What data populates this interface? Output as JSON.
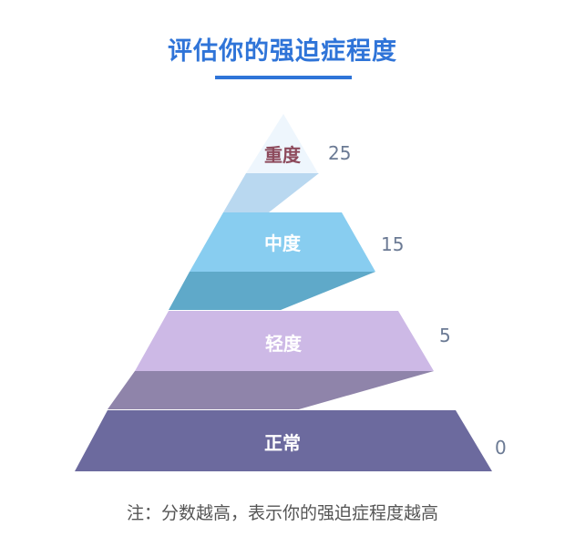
{
  "title": "评估你的强迫症程度",
  "levels": [
    {
      "name": "重度",
      "score": "25",
      "color": "#eef6fd",
      "text_color": "#8d4a5c"
    },
    {
      "name": "中度",
      "score": "15",
      "color": "#88cdf0",
      "text_color": "#ffffff"
    },
    {
      "name": "轻度",
      "score": "5",
      "color": "#cdb9e6",
      "text_color": "#ffffff"
    },
    {
      "name": "正常",
      "score": "0",
      "color": "#6c6a9e",
      "text_color": "#ffffff"
    }
  ],
  "connector_colors": [
    "#b9d8f0",
    "#5fa9c9",
    "#8f84aa"
  ],
  "note": "注：分数越高，表示你的强迫症程度越高"
}
